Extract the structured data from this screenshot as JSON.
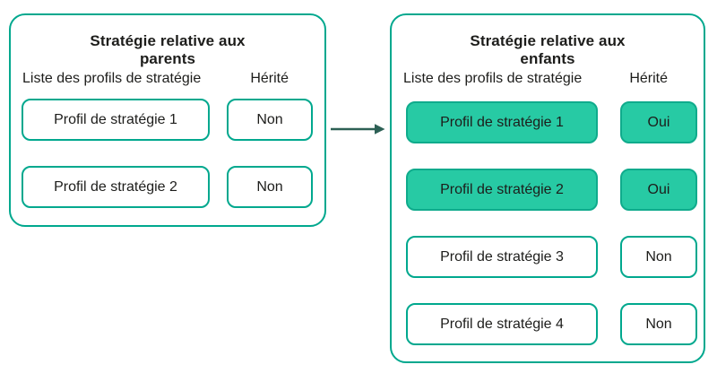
{
  "colors": {
    "panel-border": "#00a88e",
    "fill": "#27caa4",
    "fill-border": "#0fab8c",
    "arrow": "#2d6055",
    "text": "#1d1d1b"
  },
  "left_panel": {
    "title": "Stratégie relative aux\nparents",
    "col_profiles": "Liste des profils de stratégie",
    "col_inherited": "Hérité",
    "rows": [
      {
        "profile": "Profil de stratégie 1",
        "inherited": "Non",
        "highlighted": false
      },
      {
        "profile": "Profil de stratégie 2",
        "inherited": "Non",
        "highlighted": false
      }
    ]
  },
  "right_panel": {
    "title": "Stratégie relative aux\nenfants",
    "col_profiles": "Liste des profils de stratégie",
    "col_inherited": "Hérité",
    "rows": [
      {
        "profile": "Profil de stratégie 1",
        "inherited": "Oui",
        "highlighted": true
      },
      {
        "profile": "Profil de stratégie 2",
        "inherited": "Oui",
        "highlighted": true
      },
      {
        "profile": "Profil de stratégie 3",
        "inherited": "Non",
        "highlighted": false
      },
      {
        "profile": "Profil de stratégie 4",
        "inherited": "Non",
        "highlighted": false
      }
    ]
  }
}
